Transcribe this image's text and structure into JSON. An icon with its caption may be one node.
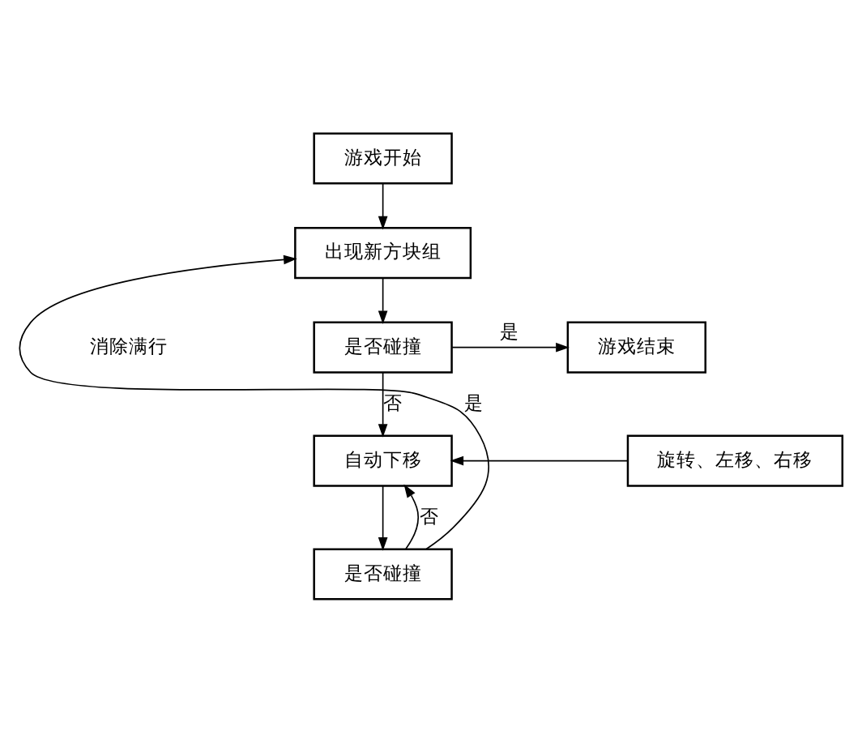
{
  "diagram": {
    "nodes": [
      {
        "text": [
          "游戏开始"
        ]
      },
      {
        "text": [
          "出现新方块组"
        ]
      },
      {
        "text": [
          "是否碰撞"
        ]
      },
      {
        "text": [
          "游戏结束"
        ]
      },
      {
        "text": [
          "自动下移"
        ]
      },
      {
        "text": [
          "旋转、左移、右移"
        ]
      },
      {
        "text": [
          "是否碰撞"
        ]
      }
    ],
    "edges": [
      {
        "from": 0,
        "to": 1,
        "arrow": "to"
      },
      {
        "from": 1,
        "to": 2,
        "arrow": "to"
      },
      {
        "from": 2,
        "to": 3,
        "arrow": "to",
        "label": "是"
      },
      {
        "from": 2,
        "to": 4,
        "arrow": "to",
        "label": "否"
      },
      {
        "from": 5,
        "to": 4,
        "arrow": "to"
      },
      {
        "from": 4,
        "to": 6,
        "arrow": "to"
      },
      {
        "from": 6,
        "to": 4,
        "arrow": "to",
        "label": "否"
      },
      {
        "from": 6,
        "to": 1,
        "arrow": "to",
        "label": "是"
      }
    ],
    "labels": [
      "消除满行"
    ]
  }
}
